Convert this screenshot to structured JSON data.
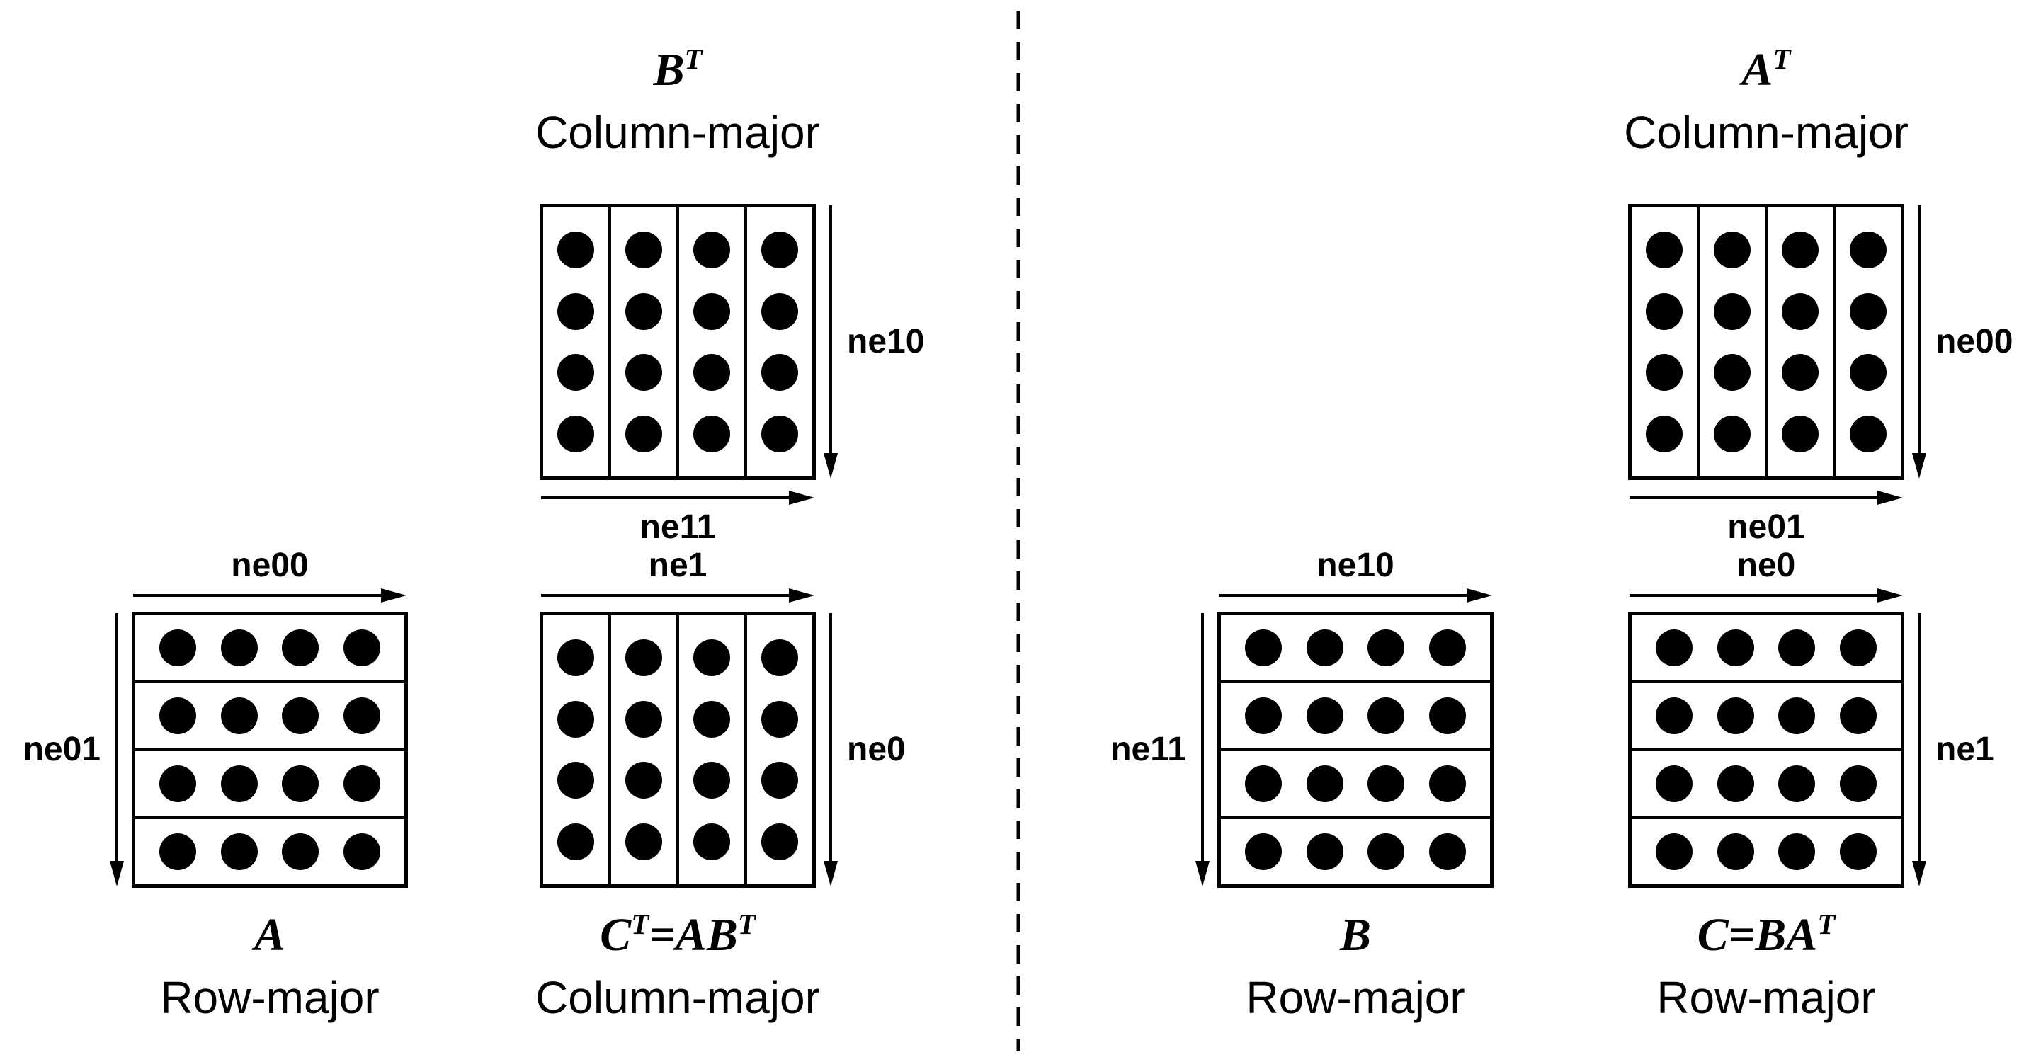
{
  "colors": {
    "ink": "#000000",
    "background": "#ffffff"
  },
  "matrix_spec": {
    "cells_per_side": 4,
    "dots_per_cell_line": 4,
    "dot_shape": "filled-circle"
  },
  "left_panel": {
    "bt": {
      "name_base": "B",
      "name_sup": "T",
      "layout": "Column-major",
      "right_dim": "ne10",
      "bottom_dim": "ne11"
    },
    "a": {
      "top_dim": "ne00",
      "left_dim": "ne01",
      "name": "A",
      "layout": "Row-major"
    },
    "ct": {
      "top_dim": "ne1",
      "right_dim": "ne0",
      "name_p1": "C",
      "name_s1": "T",
      "name_p2": "=AB",
      "name_s2": "T",
      "layout": "Column-major"
    }
  },
  "right_panel": {
    "at": {
      "name_base": "A",
      "name_sup": "T",
      "layout": "Column-major",
      "right_dim": "ne00",
      "bottom_dim": "ne01"
    },
    "b": {
      "top_dim": "ne10",
      "left_dim": "ne11",
      "name": "B",
      "layout": "Row-major"
    },
    "c": {
      "top_dim": "ne0",
      "right_dim": "ne1",
      "name_p1": "C=BA",
      "name_s1": "T",
      "layout": "Row-major"
    }
  }
}
